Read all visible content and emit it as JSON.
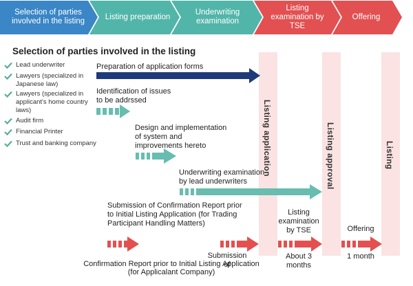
{
  "stages": [
    "Selection of parties involved in the listing",
    "Listing preparation",
    "Underwriting examination",
    "Listing examination by TSE",
    "Offering"
  ],
  "section_title": "Selection of parties involved in the listing",
  "parties": [
    "Lead underwriter",
    "Lawyers (specialized in Japanese law)",
    "Lawyers (specialized in applicant's home country laws)",
    "Audit firm",
    "Financial Printer",
    "Trust and banking company"
  ],
  "milestones": [
    "Listing application",
    "Listing approval",
    "Listing"
  ],
  "tasks": {
    "forms": "Preparation of application forms",
    "issues": "Identification of issues to be addrssed",
    "system": "Design and implementation of system and improvements hereto",
    "underwriting": "Underwriting examination by lead underwriters",
    "confirm_trading": "Submission of Confirmation Report prior to Initial Listing Application (for Trading Participant Handling Matters)",
    "confirm_applicant_1": "Submission of",
    "confirm_applicant_2": "Confirmation Report prior to Initial Listing Application",
    "confirm_applicant_3": "(for Applicalant Company)",
    "tse_exam": "Listing examination by TSE",
    "tse_duration": "About 3 months",
    "offering": "Offering",
    "offering_duration": "1 month"
  },
  "colors": {
    "stage_blue": "#3a86c6",
    "stage_teal": "#52b5a9",
    "stage_red": "#e25052",
    "navy": "#1f3a7a",
    "teal_arrow": "#66bdb0",
    "red_arrow": "#e3504f",
    "milestone_band": "#fbe3e3",
    "check_green": "#5aab9a"
  }
}
